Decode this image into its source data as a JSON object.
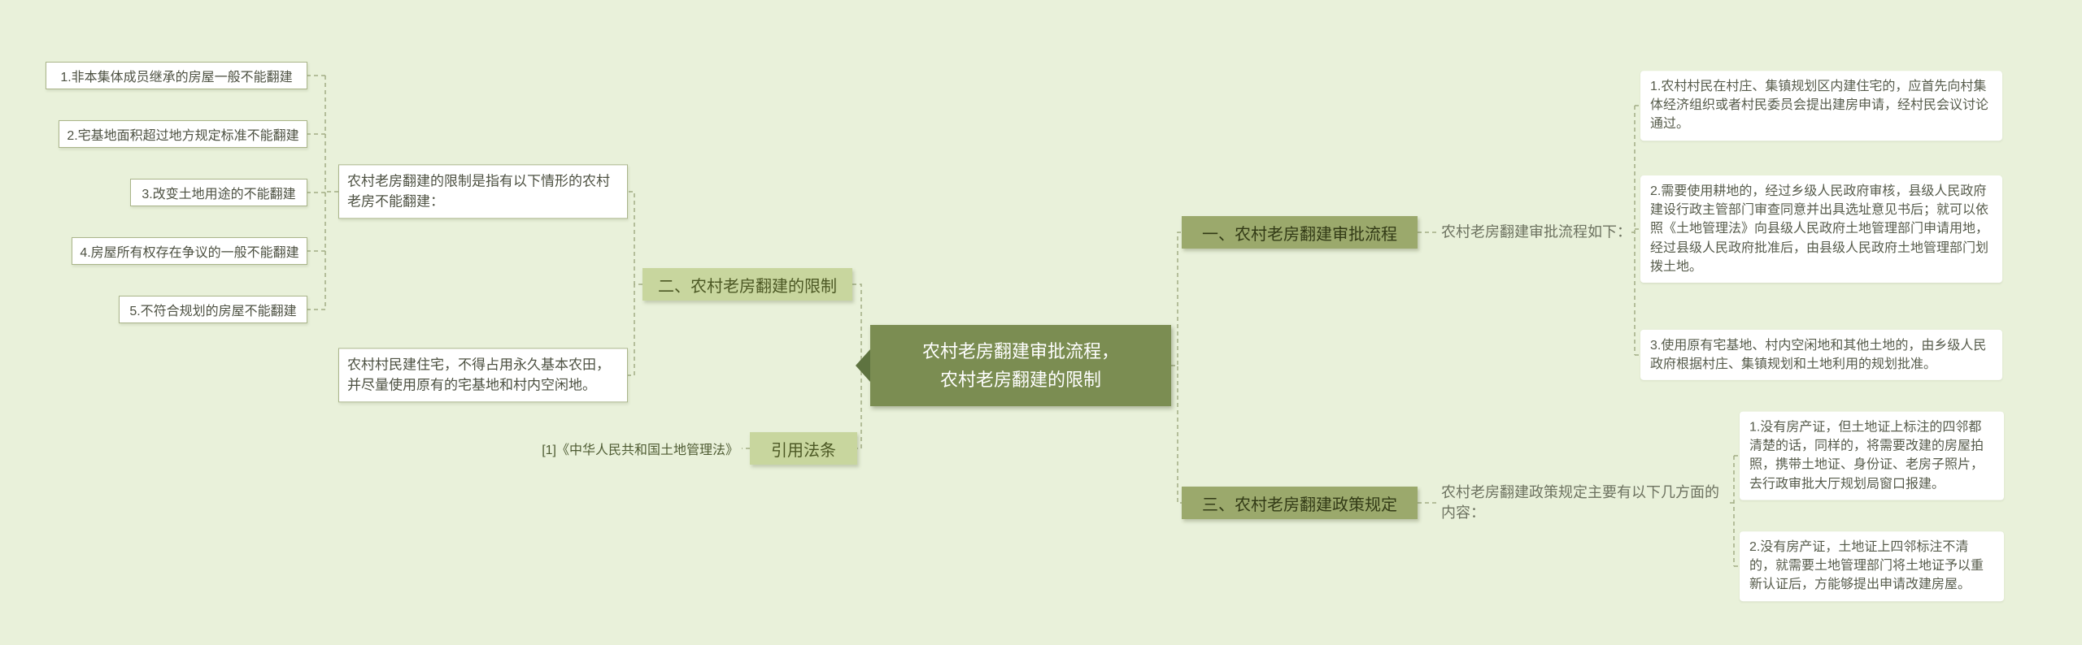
{
  "colors": {
    "background": "#e9f1da",
    "center_bg": "#7b8d52",
    "branch_dark_bg": "#9ba96c",
    "branch_light_bg": "#c8d69e",
    "connector": "#a2ae84"
  },
  "center": {
    "line1": "农村老房翻建审批流程，",
    "line2": "农村老房翻建的限制"
  },
  "limit_branch": {
    "label": "二、农村老房翻建的限制",
    "intro": "农村老房翻建的限制是指有以下情形的农村老房不能翻建：",
    "items": [
      "1.非本集体成员继承的房屋一般不能翻建",
      "2.宅基地面积超过地方规定标准不能翻建",
      "3.改变土地用途的不能翻建",
      "4.房屋所有权存在争议的一般不能翻建",
      "5.不符合规划的房屋不能翻建"
    ],
    "note": "农村村民建住宅，不得占用永久基本农田，并尽量使用原有的宅基地和村内空闲地。"
  },
  "citation_branch": {
    "label": "引用法条",
    "reference": "[1]《中华人民共和国土地管理法》"
  },
  "approval_branch": {
    "label": "一、农村老房翻建审批流程",
    "intro": "农村老房翻建审批流程如下：",
    "items": [
      "1.农村村民在村庄、集镇规划区内建住宅的，应首先向村集体经济组织或者村民委员会提出建房申请，经村民会议讨论通过。",
      "2.需要使用耕地的，经过乡级人民政府审核，县级人民政府建设行政主管部门审查同意并出具选址意见书后；就可以依照《土地管理法》向县级人民政府土地管理部门申请用地，经过县级人民政府批准后，由县级人民政府土地管理部门划拨土地。",
      "3.使用原有宅基地、村内空闲地和其他土地的，由乡级人民政府根据村庄、集镇规划和土地利用的规划批准。"
    ]
  },
  "policy_branch": {
    "label": "三、农村老房翻建政策规定",
    "intro": "农村老房翻建政策规定主要有以下几方面的内容：",
    "items": [
      "1.没有房产证，但土地证上标注的四邻都清楚的话，同样的，将需要改建的房屋拍照，携带土地证、身份证、老房子照片，去行政审批大厅规划局窗口报建。",
      "2.没有房产证，土地证上四邻标注不清的，就需要土地管理部门将土地证予以重新认证后，方能够提出申请改建房屋。"
    ]
  }
}
